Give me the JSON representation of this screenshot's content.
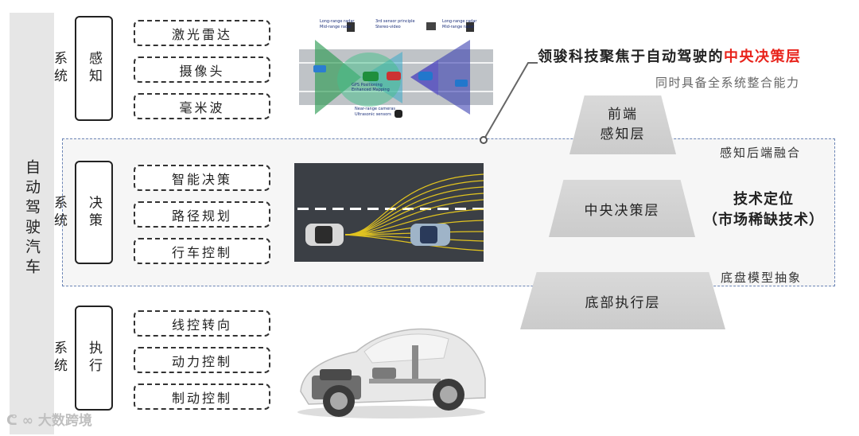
{
  "main_vertical_label": "自动驾驶汽车",
  "groups": [
    {
      "label": "感知系统",
      "items": [
        "激光雷达",
        "摄像头",
        "毫米波"
      ]
    },
    {
      "label": "决策系统",
      "items": [
        "智能决策",
        "路径规划",
        "行车控制"
      ]
    },
    {
      "label": "执行系统",
      "items": [
        "线控转向",
        "动力控制",
        "制动控制"
      ]
    }
  ],
  "sensor_diagram": {
    "labels": [
      "Long-range radar",
      "Mid-range radar",
      "3rd sensor principle",
      "Stereo-video",
      "Long-range radar",
      "Mid-range radar",
      "GPS Positioning",
      "Enhanced Mapping",
      "Near-range cameras",
      "Ultrasonic sensors"
    ]
  },
  "headline": {
    "prefix": "领骏科技聚焦于自动驾驶的",
    "highlight": "中央决策层"
  },
  "subline": "同时具备全系统整合能力",
  "layers": {
    "front_line1": "前端",
    "front_line2": "感知层",
    "center": "中央决策层",
    "bottom": "底部执行层"
  },
  "fusion_label": "感知后端融合",
  "chassis_label": "底盘模型抽象",
  "positioning": {
    "line1": "技术定位",
    "line2": "（市场稀缺技术）"
  },
  "watermark": "大数跨境",
  "colors": {
    "highlight": "#e8231b",
    "band_border": "#6b84b5"
  }
}
